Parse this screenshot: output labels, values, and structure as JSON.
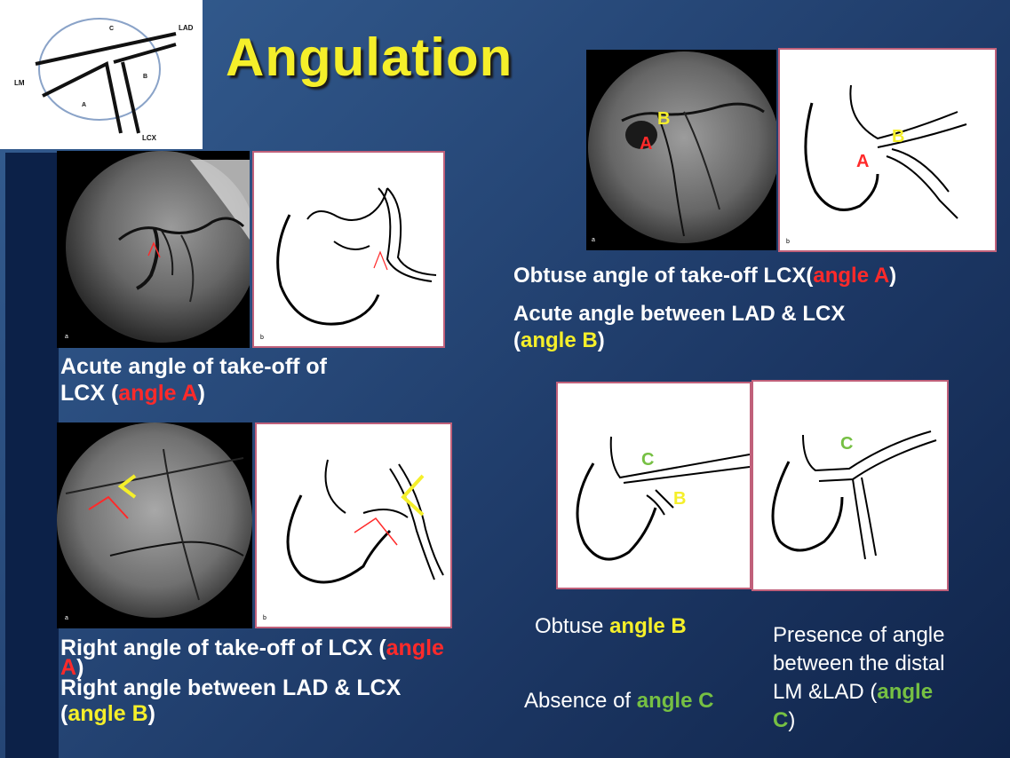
{
  "slide": {
    "title": "Angulation"
  },
  "schematic": {
    "labels": {
      "lad": "LAD",
      "lm": "LM",
      "lcx": "LCX",
      "a": "A",
      "b": "B",
      "c": "C"
    }
  },
  "panel_tags": {
    "a": "a",
    "b": "b"
  },
  "acute_take_off": {
    "text1": "Acute angle of take-off of",
    "text2": "LCX (",
    "angle": "angle A",
    "close": ")"
  },
  "right_angle": {
    "line1_text": "Right angle of take-off of LCX (",
    "line1_angle_a": "angle",
    "line1_angle_b": "A",
    "line1_close": ")",
    "line2_text": "Right angle between LAD & LCX",
    "line3_open": "(",
    "line3_angle": "angle B",
    "line3_close": ")"
  },
  "obtuse_take_off": {
    "marker_a": "A",
    "marker_b": "B",
    "line1_text": "Obtuse angle of take-off LCX(",
    "line1_angle": "angle A",
    "line1_close": ")",
    "line2_text": "Acute angle between LAD & LCX",
    "line3_open": "(",
    "line3_angle": "angle B",
    "line3_close": ")"
  },
  "bottom_right": {
    "marker_c": "C",
    "marker_b": "B",
    "obtuse_prefix": "Obtuse",
    "obtuse_angle": "angle B",
    "absence_prefix": "Absence of",
    "absence_angle": "angle C",
    "presence_line1": "Presence of angle",
    "presence_line2": "between the distal",
    "presence_line3_text": "LM &LAD (",
    "presence_line3_angle": "angle",
    "presence_line4_angle": "C",
    "presence_line4_close": ")"
  },
  "colors": {
    "title": "#f5ef2a",
    "angle_a": "#ff2a2a",
    "angle_b": "#f5ef2a",
    "angle_c": "#76c043",
    "frame": "#c0607a"
  }
}
